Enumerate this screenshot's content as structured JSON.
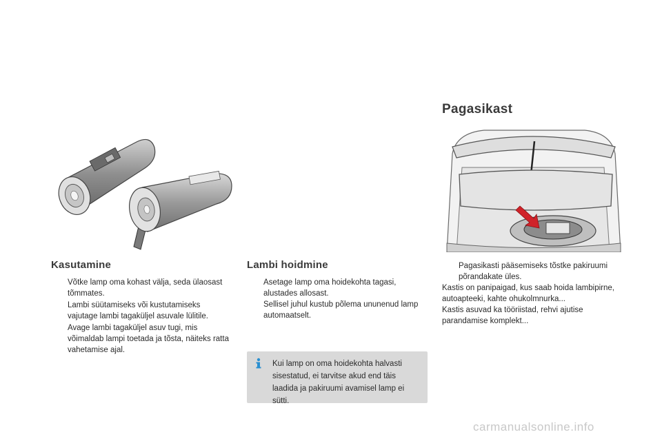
{
  "left": {
    "heading": "Kasutamine",
    "bullet_marker": "",
    "bullets": [
      "Võtke lamp oma kohast välja, seda ülaosast tõmmates.",
      "Lambi süütamiseks või kustutamiseks vajutage lambi tagaküljel asuvale lülitile.",
      "Avage lambi tagaküljel asuv tugi, mis võimaldab lampi toetada ja tõsta, näiteks ratta vahetamise ajal."
    ]
  },
  "middle": {
    "heading": "Lambi hoidmine",
    "bullet_line1": "Asetage lamp oma hoidekohta tagasi, alustades allosast.",
    "bullet_line2": "Sellisel juhul kustub põlema ununenud lamp automaatselt.",
    "info_text": "Kui lamp on oma hoidekohta halvasti sisestatud, ei tarvitse akud end täis laadida ja pakiruumi avamisel lamp ei sütti."
  },
  "right": {
    "heading": "Pagasikast",
    "bullet": "Pagasikasti pääsemiseks tõstke pakiruumi põrandakate üles.",
    "paragraph1": "Kastis on panipaigad, kus saab hoida lambipirne, autoapteeki, kahte ohukolmnurka...",
    "paragraph2": "Kastis asuvad ka tööriistad, rehvi ajutise parandamise komplekt..."
  },
  "watermark": "carmanualsonline.info",
  "colors": {
    "info_box": "#d9d9d9",
    "accent_arrow": "#d0232a",
    "lamp_body": "#8a8a8a"
  },
  "icons": {
    "info": "info-icon",
    "lamp": "flashlight-illustration",
    "trunk": "trunk-illustration"
  }
}
